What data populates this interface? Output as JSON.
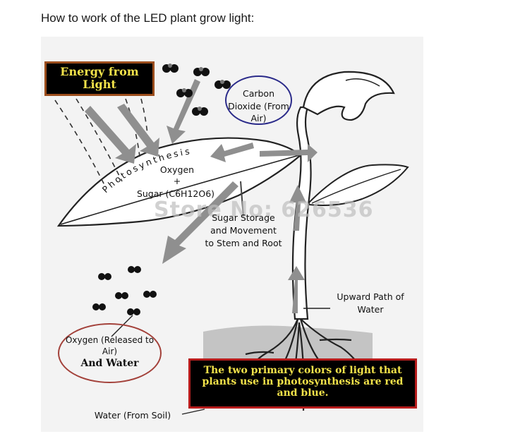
{
  "heading": "How to work of the LED plant grow light:",
  "diagram": {
    "energy_label": "Energy from Light",
    "co2_label": "Carbon Dioxide (From Air)",
    "photosynthesis_word": "Photosynthesis",
    "oxygen_label": "Oxygen",
    "plus_sign": "+",
    "sugar_label": "Sugar (C6H12O6)",
    "sugar_storage_label": "Sugar Storage and Movement to Stem and Root",
    "upward_path_label": "Upward Path of Water",
    "oxygen_release_label": "Oxygen (Released to Air)",
    "and_water_label": "And Water",
    "water_soil_label": "Water (From Soil)",
    "colors_note": "The two primary colors of light that plants use in photosynthesis are red and blue.",
    "watermark": "Store No: 626536"
  }
}
